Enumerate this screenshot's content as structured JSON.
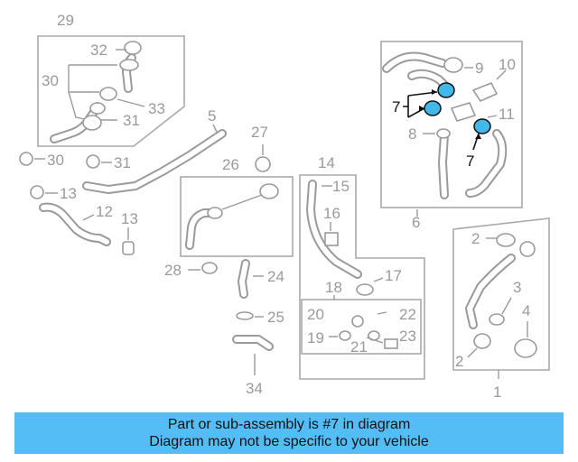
{
  "diagram": {
    "callouts": {
      "c1": "1",
      "c2a": "2",
      "c2b": "2",
      "c3": "3",
      "c4": "4",
      "c5": "5",
      "c6": "6",
      "c7a": "7",
      "c7b": "7",
      "c8": "8",
      "c9": "9",
      "c10": "10",
      "c11": "11",
      "c12": "12",
      "c13a": "13",
      "c13b": "13",
      "c14": "14",
      "c15": "15",
      "c16": "16",
      "c17": "17",
      "c18": "18",
      "c19": "19",
      "c20": "20",
      "c21": "21",
      "c22": "22",
      "c23": "23",
      "c24": "24",
      "c25": "25",
      "c26": "26",
      "c27": "27",
      "c28": "28",
      "c29": "29",
      "c30a": "30",
      "c30b": "30",
      "c31a": "31",
      "c31b": "31",
      "c32": "32",
      "c33": "33",
      "c34": "34"
    },
    "highlight_color": "#43b7e8"
  },
  "banner": {
    "line1": "Part or sub-assembly is #7 in diagram",
    "line2": "Diagram may not be specific to your vehicle",
    "background": "#55bdf5"
  }
}
